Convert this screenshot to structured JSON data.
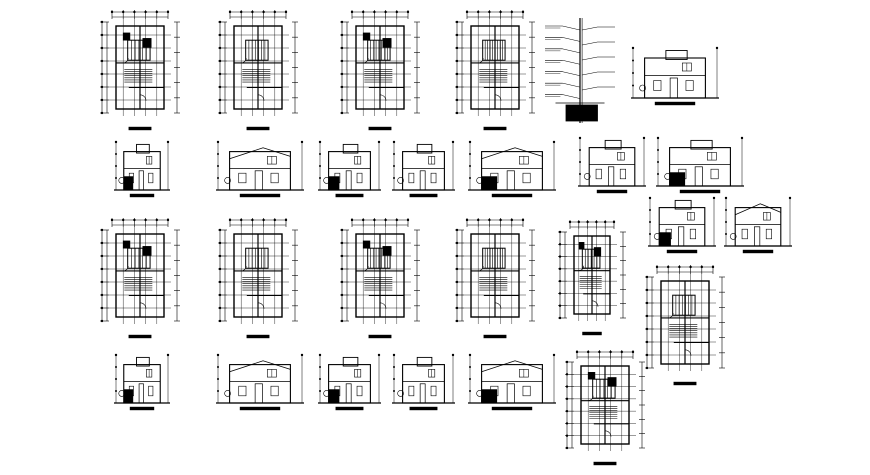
{
  "sheet": {
    "background": "#ffffff",
    "ink": "#000000",
    "groups": [
      {
        "name": "floor-plans-row-1",
        "kinds": [
          "plan",
          "plan",
          "plan",
          "plan",
          "section-detail",
          "elevation-small"
        ]
      },
      {
        "name": "elevations-row-1",
        "kinds": [
          "elevation",
          "elevation",
          "elevation",
          "elevation",
          "elevation",
          "elevation",
          "elevation"
        ]
      },
      {
        "name": "elevations-right",
        "kinds": [
          "elevation",
          "elevation"
        ]
      },
      {
        "name": "floor-plans-row-2",
        "kinds": [
          "plan",
          "plan",
          "plan",
          "plan",
          "plan",
          "plan"
        ]
      },
      {
        "name": "elevations-row-2",
        "kinds": [
          "elevation",
          "elevation",
          "elevation",
          "elevation",
          "elevation"
        ]
      },
      {
        "name": "floor-plan-bottom",
        "kinds": [
          "plan"
        ]
      }
    ]
  }
}
